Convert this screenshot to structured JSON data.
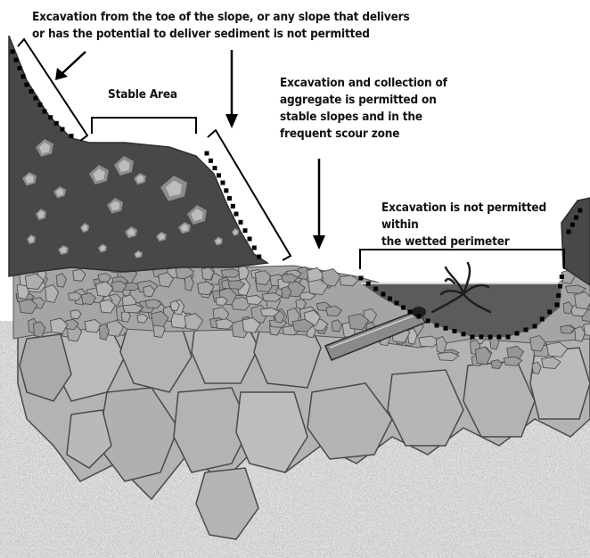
{
  "annotations": {
    "toe_slope": "Excavation from the toe of the slope, or any slope that delivers\nor has the potential to deliver sediment is not permitted",
    "stable_area": "Stable Area",
    "aggregate": "Excavation and collection of\naggregate is permitted on\nstable slopes and in the\nfrequent scour zone",
    "wetted": "Excavation is not permitted within\nthe wetted perimeter"
  },
  "colors": {
    "bank_dark": "#474747",
    "boulder_light": "#b2b2b2",
    "boulder_mid": "#8c8c8c",
    "cobble": "#9c9c9c",
    "water": "#5b5b5b",
    "outline": "#333333",
    "dots": "#000000"
  }
}
